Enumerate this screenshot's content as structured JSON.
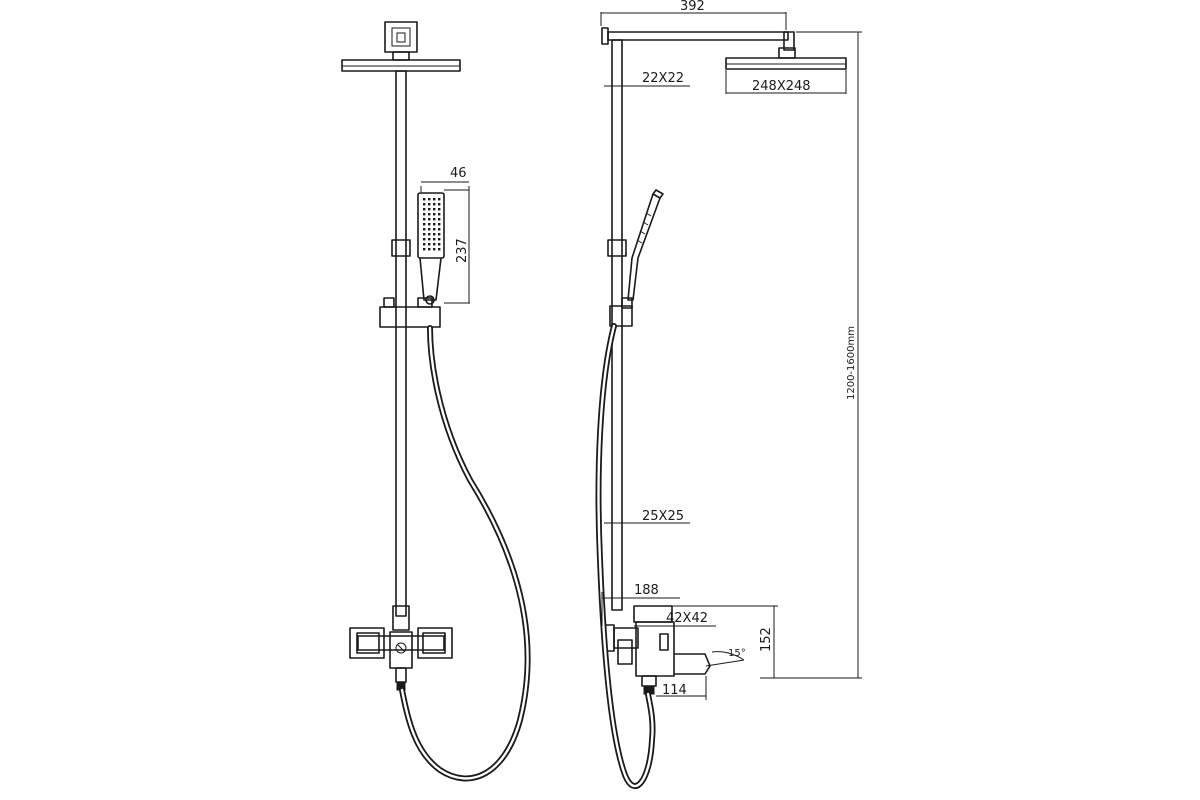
{
  "dimensions": {
    "handset_width": "46",
    "handset_length": "237",
    "arm_length": "392",
    "arm_section": "22X22",
    "head_size": "248X248",
    "total_height": "1200-1600mm",
    "column_section": "25X25",
    "mixer_depth": "188",
    "mixer_body": "42X42",
    "mixer_height": "152",
    "spout_angle": "15°",
    "spout_length": "114"
  }
}
